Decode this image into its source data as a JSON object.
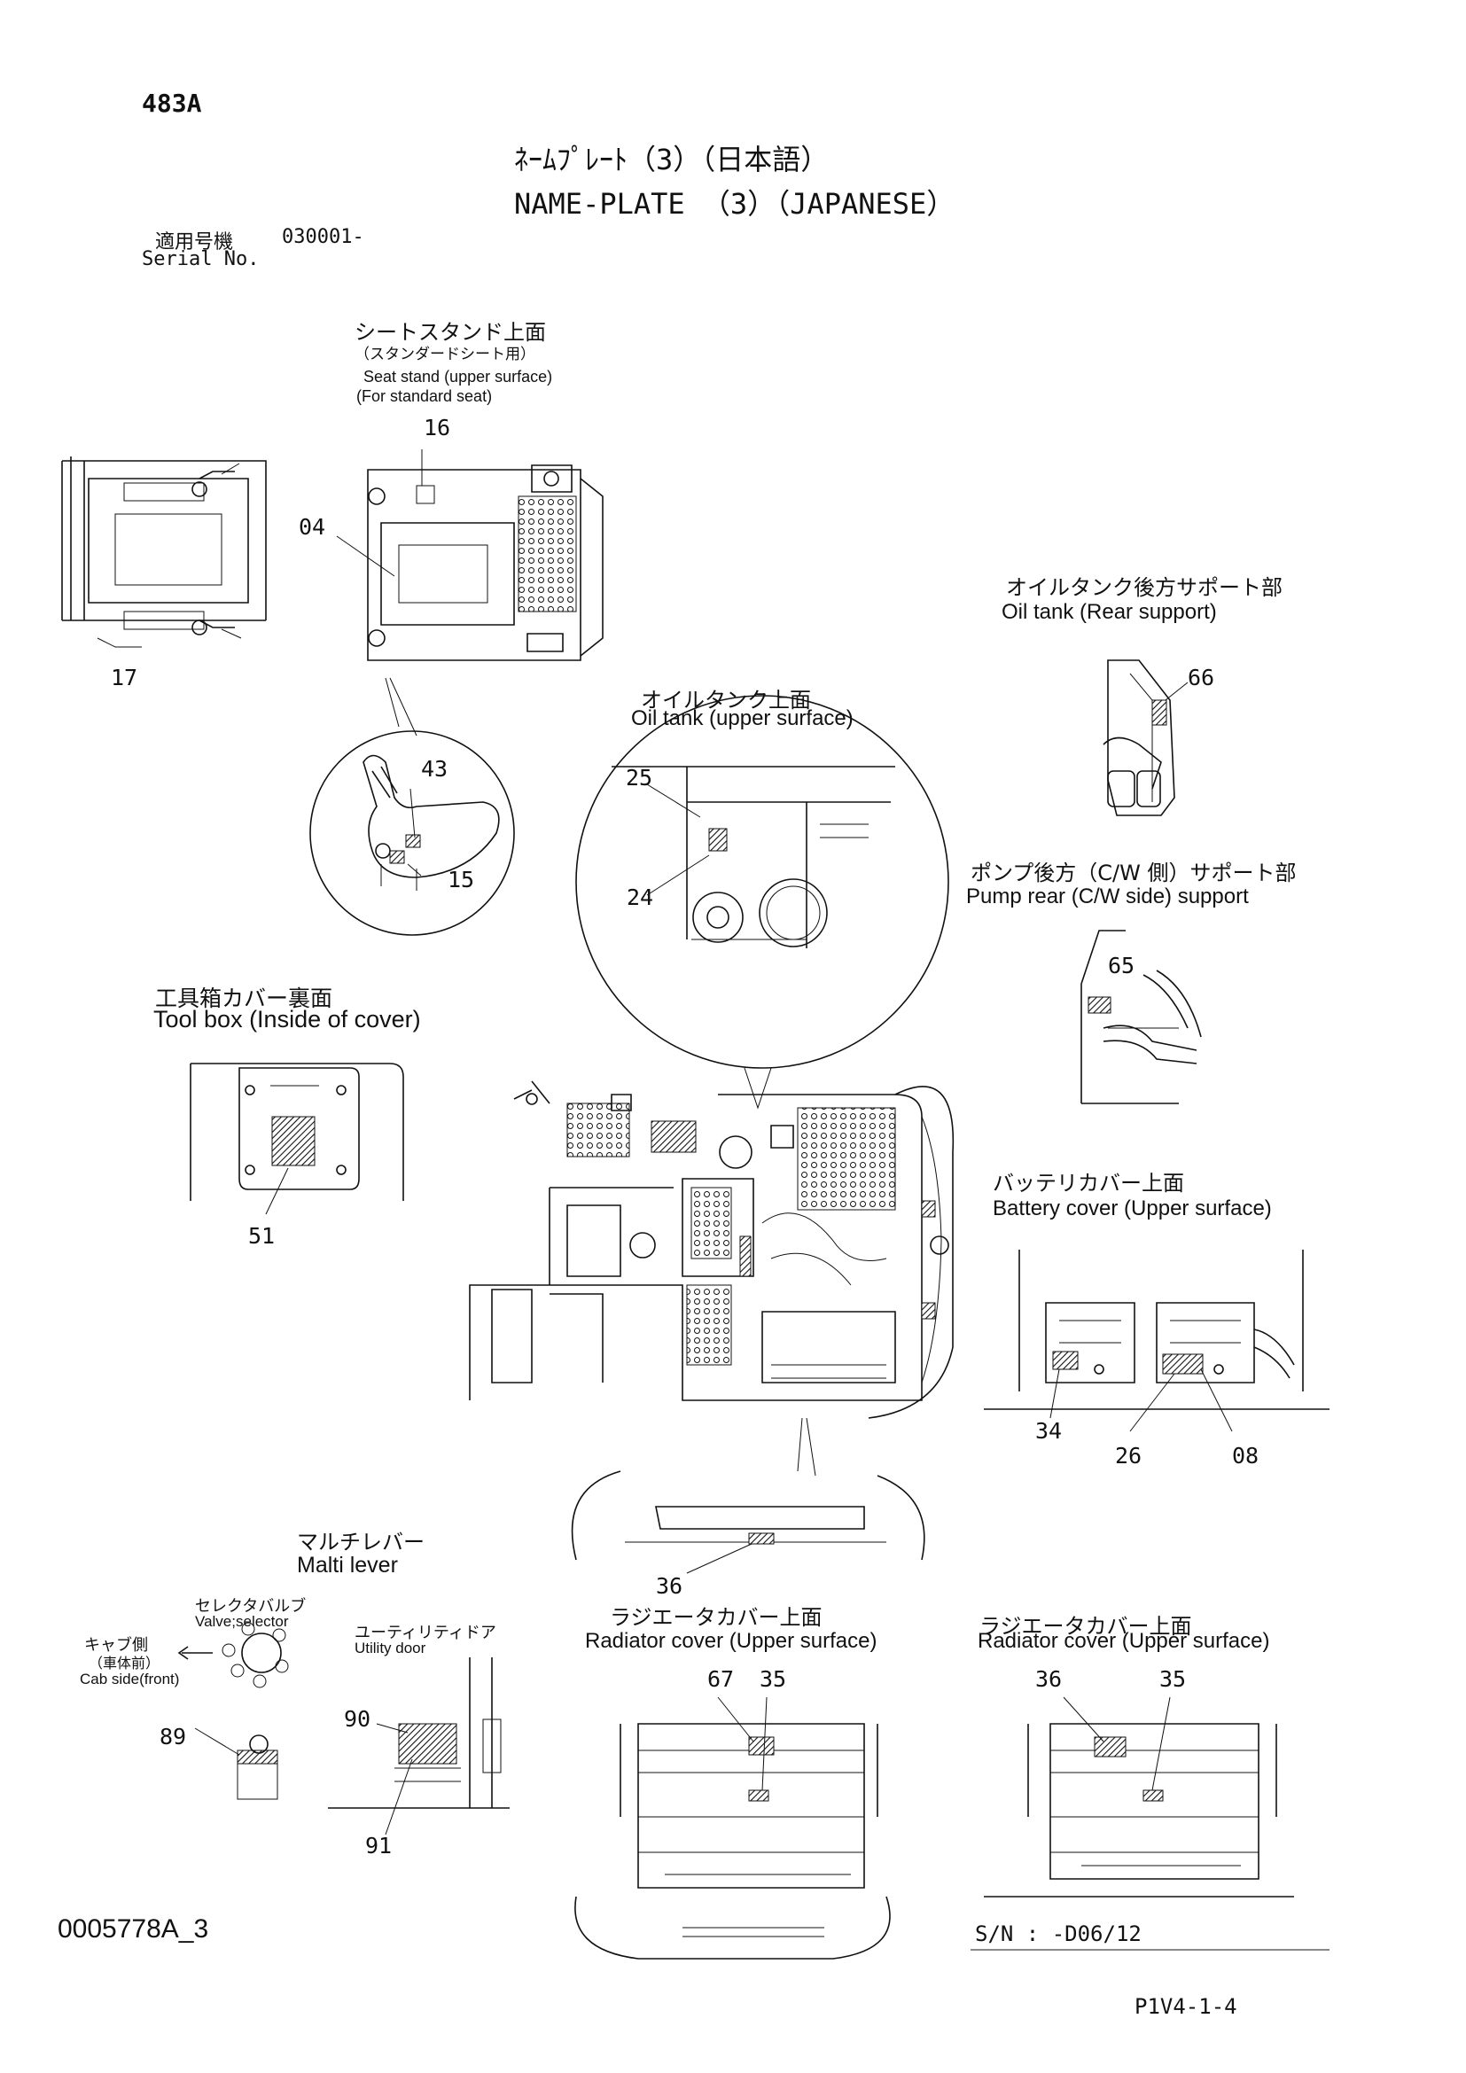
{
  "header": {
    "page_code": "483A",
    "title_jp": "ﾈｰﾑﾌﾟﾚｰﾄ（3）（日本語）",
    "title_en": "NAME-PLATE （3）（JAPANESE）",
    "applicable_label": "適用号機",
    "serial_value": "030001-",
    "serial_label": "Serial No."
  },
  "sections": {
    "seat_stand": {
      "jp": "シートスタンド上面",
      "jp_sub": "（スタンダードシート用）",
      "en": "Seat stand (upper surface)",
      "en_sub": "(For standard seat)"
    },
    "oil_tank_rear": {
      "jp": "オイルタンク後方サポート部",
      "en": "Oil tank (Rear support)"
    },
    "oil_tank_upper": {
      "jp": "オイルタンク上面",
      "en": "Oil tank (upper surface)"
    },
    "pump_rear": {
      "jp": "ポンプ後方（C/W 側）サポート部",
      "en": "Pump rear (C/W side) support"
    },
    "tool_box": {
      "jp": "工具箱カバー裏面",
      "en": "Tool box (Inside of cover)"
    },
    "battery_cover": {
      "jp": "バッテリカバー上面",
      "en": "Battery cover (Upper surface)"
    },
    "multi_lever": {
      "jp": "マルチレバー",
      "en": "Malti lever"
    },
    "valve_selector": {
      "jp": "セレクタバルブ",
      "en": "Valve;selector"
    },
    "cab_side": {
      "jp": "キャブ側",
      "jp_sub": "（車体前）",
      "en": "Cab side(front)"
    },
    "utility_door": {
      "jp": "ユーティリティドア",
      "en": "Utility door"
    },
    "radiator_a": {
      "jp": "ラジエータカバー上面",
      "en": "Radiator cover (Upper surface)"
    },
    "radiator_b": {
      "jp": "ラジエータカバー上面",
      "en": "Radiator cover (Upper surface)"
    }
  },
  "part_numbers": {
    "p16": "16",
    "p04": "04",
    "p17": "17",
    "p43": "43",
    "p15": "15",
    "p66": "66",
    "p25": "25",
    "p24": "24",
    "p65": "65",
    "p51": "51",
    "p34": "34",
    "p26": "26",
    "p08": "08",
    "p36a": "36",
    "p89": "89",
    "p90": "90",
    "p91": "91",
    "p67": "67",
    "p35a": "35",
    "p36b": "36",
    "p35b": "35"
  },
  "footer": {
    "drawing_id": "0005778A_3",
    "sn_note": "S/N :  -D06/12",
    "page_ref": "P1V4-1-4"
  }
}
